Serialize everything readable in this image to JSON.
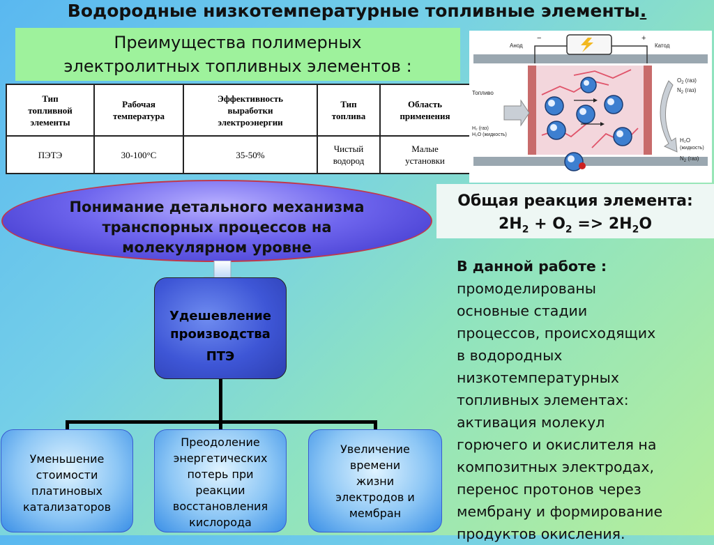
{
  "title": {
    "text": "Водородные низкотемпературные топливные элементы",
    "dot": "."
  },
  "advantages": {
    "line1": "Преимущества полимерных",
    "line2": "электролитных топливных элементов :"
  },
  "table": {
    "headers": [
      [
        "Тип",
        "топливной",
        "элементы"
      ],
      [
        "Рабочая",
        "температура"
      ],
      [
        "Эффективность",
        "выработки",
        "электроэнергии"
      ],
      [
        "Тип",
        "топлива"
      ],
      [
        "Область",
        "применения"
      ]
    ],
    "row": [
      [
        "ПЭТЭ"
      ],
      [
        "30-100°C"
      ],
      [
        "35-50%"
      ],
      [
        "Чистый",
        "водород"
      ],
      [
        "Малые",
        "установки"
      ]
    ]
  },
  "diagram_labels": {
    "anode": "Анод",
    "cathode": "Катод",
    "minus": "−",
    "plus": "+",
    "fuel": "Топливо",
    "o2": "O",
    "o2_sub": "2",
    "o2_gas": " (газ)",
    "n2": "N",
    "n2_sub": "2",
    "n2_gas": " (газ)",
    "h2_in": "H₂ (газ)",
    "h2o_in": "H₂O (жидкость)",
    "h2o_out": "H₂O",
    "h2o_out_sub": "(жидкость)",
    "n2_out": "N",
    "n2_out_sub": "2",
    "n2_out_gas": " (газ)"
  },
  "reaction": {
    "line1": "Общая реакция элемента:",
    "f1": "2H",
    "s1": "2",
    "f2": " + O",
    "s2": "2",
    "f3": " => 2H",
    "s3": "2",
    "f4": "O"
  },
  "ellipse": {
    "line1": "Понимание детального механизма",
    "line2": "транспорных процессов на",
    "line3": "молекулярном уровне"
  },
  "center": {
    "line1": "Удешевление",
    "line2": "производства",
    "line3": "ПТЭ"
  },
  "bottom": {
    "left": [
      "Уменьшение",
      "стоимости",
      "платиновых",
      "катализаторов"
    ],
    "mid": [
      "Преодоление",
      "энергетических",
      "потерь при",
      "реакции",
      "восстановления",
      "кислорода"
    ],
    "right": [
      "Увеличение",
      "времени",
      "жизни",
      "электродов и",
      "мембран"
    ]
  },
  "work": {
    "heading": "В данной работе :",
    "lines": [
      "промоделированы",
      "основные стадии",
      "процессов, происходящих",
      "в водородных",
      "низкотемпературных",
      "топливных элементах:",
      "активация молекул",
      "горючего и окислителя на",
      "композитных электродах,",
      "перенос протонов через",
      "мембрану и формирование",
      "продуктов окисления."
    ]
  },
  "colors": {
    "ellipse": "#5a52e0",
    "center_box": "#3e56d6",
    "advantages_bg": "#9ef29c"
  }
}
